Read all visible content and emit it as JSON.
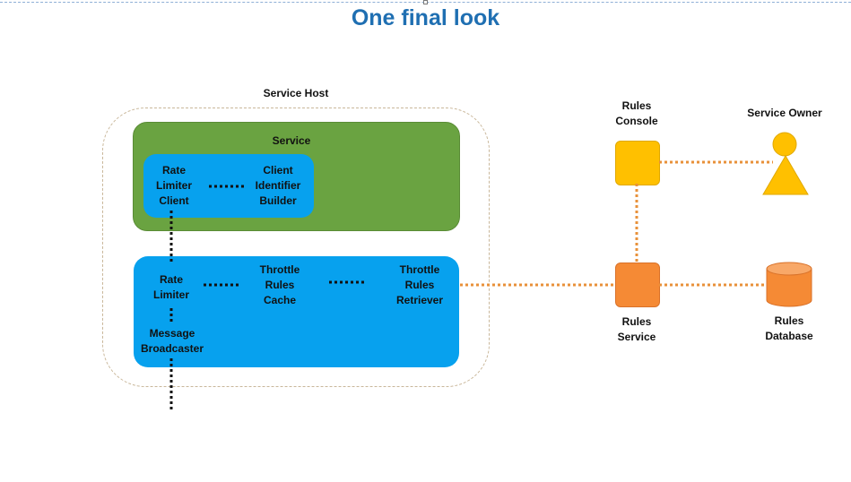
{
  "title": "One final look",
  "labels": {
    "service_host": "Service Host",
    "service": "Service",
    "rate_limiter_client": "Rate\nLimiter\nClient",
    "client_identifier_builder": "Client\nIdentifier\nBuilder",
    "rate_limiter": "Rate\nLimiter",
    "throttle_rules_cache": "Throttle\nRules\nCache",
    "throttle_rules_retriever": "Throttle\nRules\nRetriever",
    "message_broadcaster": "Message\nBroadcaster",
    "rules_console": "Rules\nConsole",
    "service_owner": "Service Owner",
    "rules_service": "Rules\nService",
    "rules_database": "Rules\nDatabase"
  },
  "colors": {
    "title": "#1f6fb2",
    "service_green": "#6aa341",
    "component_blue": "#07a1ee",
    "console_yellow": "#ffc000",
    "rules_orange": "#f58a35",
    "connector_orange": "#e8913a",
    "connector_black": "#111111"
  },
  "icons": {
    "service_owner": "person-actor-icon",
    "rules_database": "database-cylinder-icon"
  }
}
